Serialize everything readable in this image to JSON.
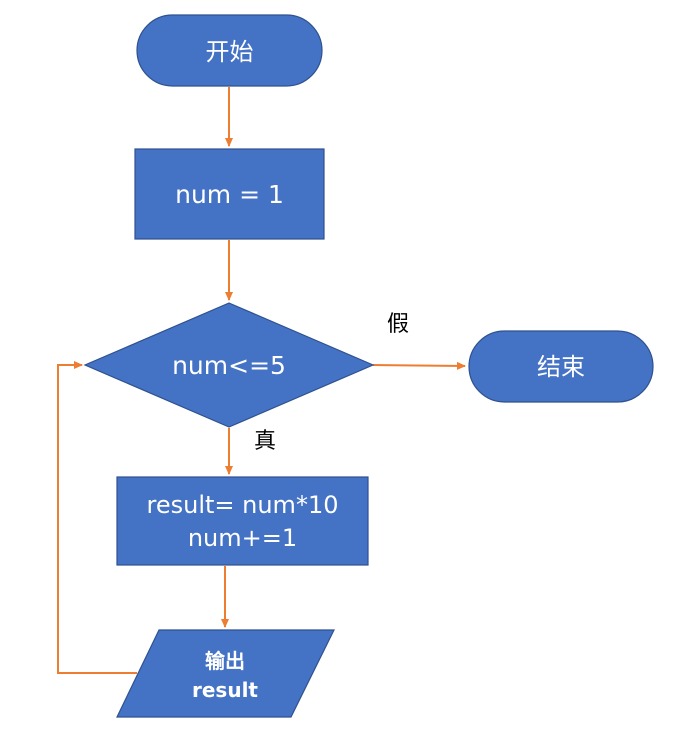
{
  "flowchart": {
    "start": {
      "label": "开始"
    },
    "init": {
      "label": "num = 1"
    },
    "condition": {
      "label": "num<=5"
    },
    "end": {
      "label": "结束"
    },
    "process": {
      "line1": "result= num*10",
      "line2": "num+=1"
    },
    "output": {
      "line1": "输出",
      "line2": "result"
    },
    "edge_labels": {
      "false_branch": "假",
      "true_branch": "真"
    }
  },
  "colors": {
    "node_fill": "#4472C4",
    "node_stroke": "#2F528F",
    "arrow": "#ED7D31",
    "node_text": "#FFFFFF",
    "label_text": "#000000"
  }
}
